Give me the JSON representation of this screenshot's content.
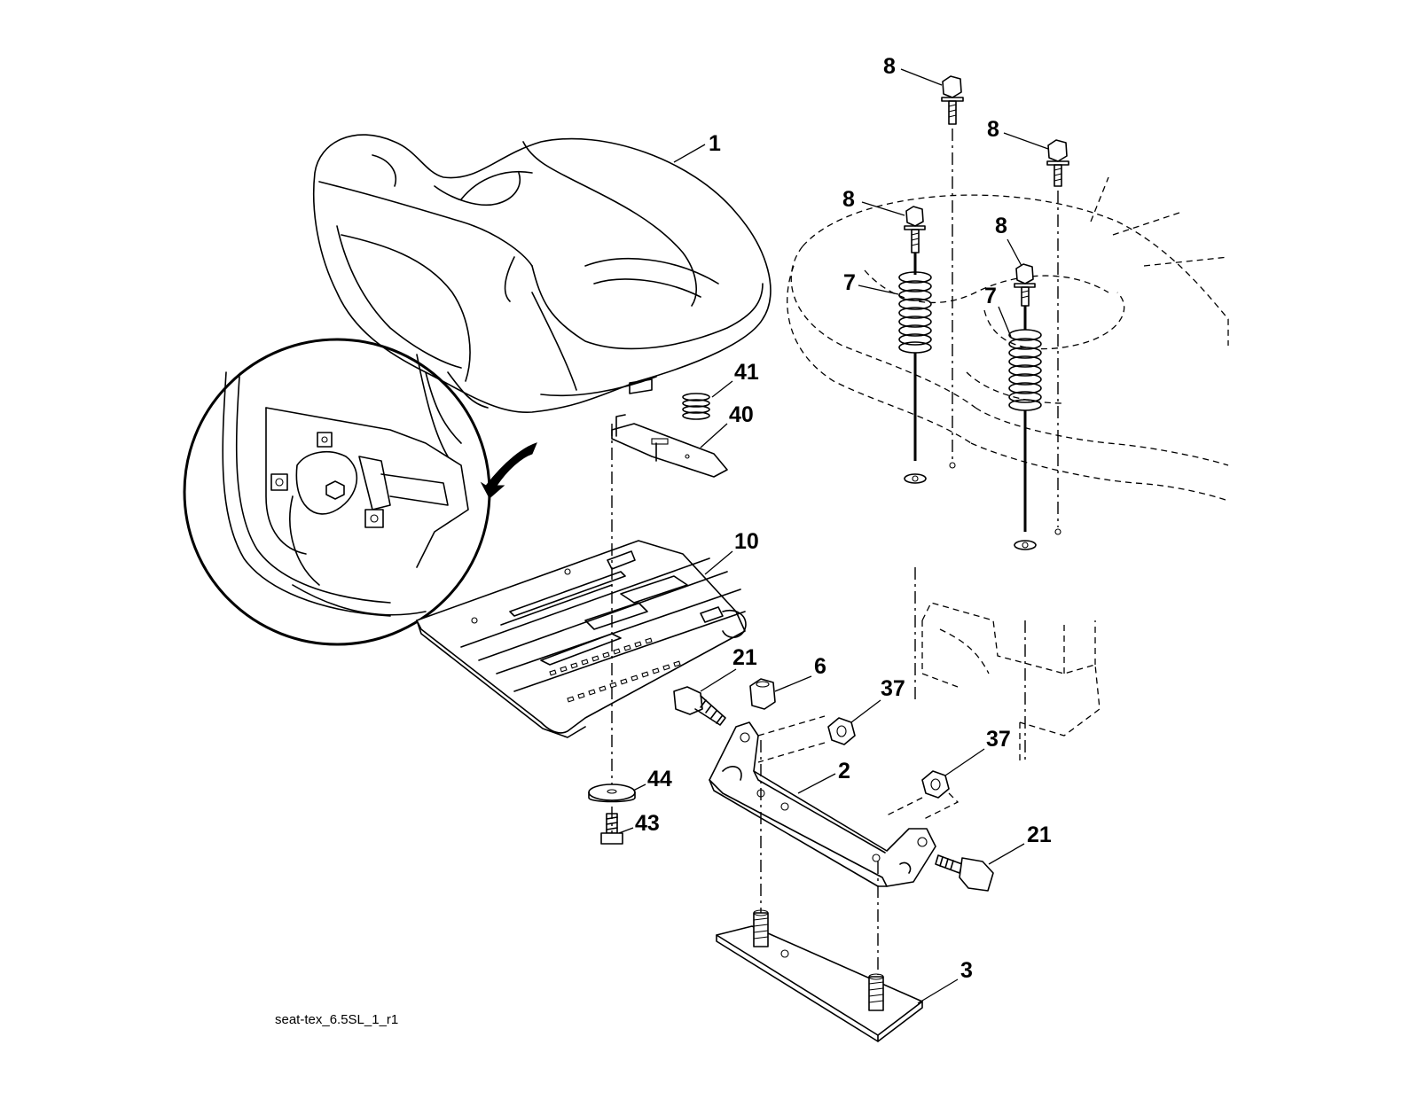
{
  "callouts": {
    "seat": "1",
    "bracket": "2",
    "plate": "3",
    "nut_6": "6",
    "spring_left": "7",
    "spring_right": "7",
    "bolt_8_a": "8",
    "bolt_8_b": "8",
    "bolt_8_c": "8",
    "bolt_8_d": "8",
    "seat_pan": "10",
    "bolt_21_left": "21",
    "bolt_21_right": "21",
    "nut_37_upper": "37",
    "nut_37_lower": "37",
    "switch_plate": "40",
    "spring_small": "41",
    "screw_43": "43",
    "washer_44": "44"
  },
  "caption": "seat-tex_6.5SL_1_r1"
}
